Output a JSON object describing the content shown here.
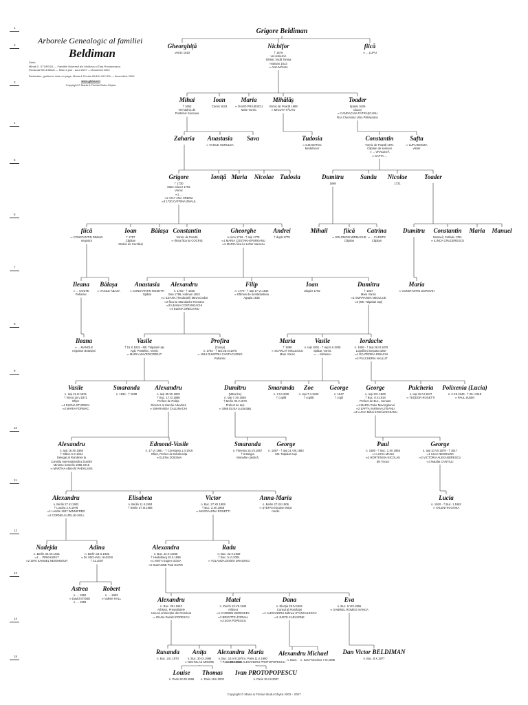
{
  "header": {
    "title_line1": "Arborele Genealogic al familiei",
    "title_line2": "Beldiman",
    "series_label": "Serie:",
    "authors": [
      "Mihail D. STURDZA — Familiile Boieresti din Moldova si Tara Romaneasca",
      "Ruxanda BELDIMAN — Mise à jour - aout 2007 — Bucuresti 2004"
    ],
    "editors": "Redactare, grafica si mise en page: Maria & Florian BUDU-GHYKA — decembrie 2004",
    "website": "www.ghika.net",
    "copyright": "Copyright © Maria & Florian Budu-Ghyka"
  },
  "root_name": "Grigore Beldiman",
  "generations": [
    "1",
    "2",
    "3",
    "4",
    "5",
    "6",
    "7",
    "8",
    "9",
    "10",
    "11",
    "12",
    "13",
    "14",
    "15"
  ],
  "persons": [
    {
      "name": "Gheorghiță",
      "info": [
        "Vornic 1610"
      ]
    },
    {
      "name": "Nichifor",
      "info": [
        "† 1676",
        "vel-vistiernic",
        "Sfetnic Vodă Tomșa",
        "Hatman 1613",
        "∞ ANA MĂNJA"
      ]
    },
    {
      "name": "fiică",
      "info": [
        "∞ ... LUPU"
      ]
    },
    {
      "name": "Mihai",
      "info": [
        "† 1652",
        "Vel-stolnic de",
        "Postelnic Suceava"
      ]
    },
    {
      "name": "Ioan",
      "info": [
        "Comis 1623"
      ]
    },
    {
      "name": "Maria",
      "info": [
        "∞ DAVID PRĂJESCU",
        "Mare Vornic"
      ]
    },
    {
      "name": "Mihălăș",
      "info": [
        "Vornic de Poartă 1688",
        "∞ MICUTA TĂUTU"
      ]
    },
    {
      "name": "Toader",
      "info": [
        "Spatar 1626",
        "Clucer",
        "∞ CANDACHIA PĂTRĂȘCANU",
        "fiica Clucerului Ursu Pătrașcanu"
      ]
    },
    {
      "name": "Zaharia",
      "info": []
    },
    {
      "name": "Anastasia",
      "info": [
        "∞ VASILE HURULEA"
      ]
    },
    {
      "name": "Sava",
      "info": []
    },
    {
      "name": "Tudosia",
      "info": [
        "∞ ILIE BOTOC",
        "Medelnicer"
      ]
    },
    {
      "name": "Constantin",
      "info": [
        "Vornic de Poartă 1671",
        "Căpitan de seimeni",
        "∞ ... VRACEVĂ",
        "∞ SAFTA ..."
      ]
    },
    {
      "name": "Safta",
      "info": [
        "∞ LUPU BOGZA",
        "vistier"
      ]
    },
    {
      "name": "Grigore",
      "info": [
        "† 1730",
        "Mare Clucer 1703",
        "Vornic",
        "∞1 ...",
        "∞2 1717 ANA HRENU",
        "∞3 1720 CATRINA ZMAUL"
      ]
    },
    {
      "name": "Ioniță",
      "info": []
    },
    {
      "name": "Maria",
      "info": []
    },
    {
      "name": "Nicolae",
      "info": []
    },
    {
      "name": "Tudosia",
      "info": []
    },
    {
      "name": "Dumitru",
      "info": [
        "1698"
      ]
    },
    {
      "name": "Sandu",
      "info": []
    },
    {
      "name": "Nicolae",
      "info": [
        "1721"
      ]
    },
    {
      "name": "Toader",
      "info": []
    },
    {
      "name": "fiică",
      "info": [
        "∞ CONSTANTIN DIMIAN",
        "negustor"
      ]
    },
    {
      "name": "Ioan",
      "info": [
        "† 1787",
        "Căpitan",
        "Stolnic de Cernăuți"
      ]
    },
    {
      "name": "Bălaşa",
      "info": []
    },
    {
      "name": "Constantin",
      "info": [
        "Vornic de Poartă",
        "∞ Ilinca fiica lui COCRIȘ"
      ]
    },
    {
      "name": "Gheorghe",
      "info": [
        "n.circa 1716 - † Iași 1778",
        "∞1 MARIA COSTAKI-EPUREANU",
        "∞2 MARIA fiica lui Lefter Varnesu"
      ]
    },
    {
      "name": "Andrei",
      "info": [
        "† după 1779"
      ]
    },
    {
      "name": "Mihail",
      "info": []
    },
    {
      "name": "fiică",
      "info": [
        "∞ SOLOMON MIRMACHE",
        "Căpitan"
      ]
    },
    {
      "name": "Catrina",
      "info": [
        "∞ ... CĂRSTE",
        "Căpitan"
      ]
    },
    {
      "name": "Dumitru",
      "info": []
    },
    {
      "name": "Constantin",
      "info": [
        "Mosneil, Cotlabu 1781",
        "∞ ILINCA CRUCERESCU"
      ]
    },
    {
      "name": "Maria",
      "info": []
    },
    {
      "name": "Manuel",
      "info": []
    },
    {
      "name": "Ileana",
      "info": [
        "∞ ... COSTE",
        "Paharnic"
      ]
    },
    {
      "name": "Bălașa",
      "info": [
        "∞ VASILE ABAZA"
      ]
    },
    {
      "name": "Anastasia",
      "info": [
        "∞ CONSTANTIN ROSETTI",
        "Spătar"
      ]
    },
    {
      "name": "Alexandru",
      "info": [
        "n. 1763 - † 1826",
        "Ban 1796, Hatman 1813",
        "∞1 ILEANA (Teodoraki) Mavrocordat",
        "∞2 fiica lui Manolache Romano",
        "∞3 ILEANA COSTANDACHI",
        "∞4 ELENA GRECIANU"
      ]
    },
    {
      "name": "Filip",
      "info": [
        "n. 1770 - † Iași 17.VI.1844",
        "∞ Eftimiei de la Mânăstirea",
        "Agapia 1835"
      ]
    },
    {
      "name": "Ioan",
      "info": [
        "Slugier 1792"
      ]
    },
    {
      "name": "Dumitru",
      "info": [
        "† 1837",
        "Mare Vornic",
        "∞1 SMARANDA NECULCE",
        "∞2 (Mtr. Talpalari Iași)"
      ]
    },
    {
      "name": "Maria",
      "info": [
        "∞ CONSTANTIN DOROVEI"
      ]
    },
    {
      "name": "Ileana",
      "info": [
        "∞ ... MANOLE",
        "negustor Botoșani"
      ]
    },
    {
      "name": "Vasile",
      "info": [
        "† 15.X.1815 - Mtr. Talpalari Iași",
        "Agă, Postelnic, Vornic",
        "∞ MARIA MAVROCORDAT"
      ]
    },
    {
      "name": "Profira",
      "info": [
        "(Zoiuța)",
        "n. 1792 - † Iași 26.III.1875",
        "∞ 1814 DUMITRU CANTACUZINO",
        "Paharnic"
      ]
    },
    {
      "name": "Maria",
      "info": [
        "† 1898",
        "∞ SCARLAT MICLESCU",
        "Mare Vornic"
      ]
    },
    {
      "name": "Vasile",
      "info": [
        "n. Iași 1801 - † Iași 5.II.1835",
        "Spătar, Vornic",
        "∞ ... Miclescu"
      ]
    },
    {
      "name": "Iordache",
      "info": [
        "n. 1806 - † Iași 26.III.1876",
        "Logofăt și Deputat 1857",
        "∞1 ECATERINA DIBACHI",
        "∞2 PULCHERIA HALLUT"
      ]
    },
    {
      "name": "Vasile",
      "info": [
        "n. Iași 21.III.1831",
        "† Viena 16.V.1871",
        "Ofițer",
        "∞1 ELENA STURDZA",
        "∞2 MARIA FORMAC"
      ]
    },
    {
      "name": "Smaranda",
      "info": [
        "n. 1834 - † 1838"
      ]
    },
    {
      "name": "Alexandru",
      "info": [
        "n. Iași 30.XII.1832",
        "† Buc. 17.XI.1898",
        "Prefect de Poliție",
        "Director al ziarului Adevărul",
        "∞ SMARANDA CALLIMACHI"
      ]
    },
    {
      "name": "Dumitru",
      "info": [
        "(Mitruche)",
        "n. Iași 7.XII.1838",
        "† Berlin 30.V.1872",
        "Prefect de Iași",
        "∞ 1866 ELISA Lucia Baly"
      ]
    },
    {
      "name": "Smaranda",
      "info": [
        "n. 2.IV.1839",
        "† copilă"
      ]
    },
    {
      "name": "Zoe",
      "info": [
        "n. Iași 7.II.1840",
        "† copilă"
      ]
    },
    {
      "name": "George",
      "info": [
        "n. 1847",
        "† copil"
      ]
    },
    {
      "name": "George",
      "info": [
        "n. Iași 22.I.1860",
        "† Buc. 8.V.1918",
        "Prefect de Buc., Senator",
        "∞1 MARIA Paler Mavroghenul",
        "∞2 SAFTA VARNAV-LITEANU",
        "∞3 LUCIA Mihai KOGĂLNICEANU"
      ]
    },
    {
      "name": "Pulcheria",
      "info": [
        "n. Iași 28.VI.1847",
        "∞ TEODOR ROSETTI"
      ]
    },
    {
      "name": "Polixenia (Lucia)",
      "info": [
        "n. 2.XII.1849 - † 29.I.1918",
        "∞ PAUL SUBIN"
      ]
    },
    {
      "name": "Alexandru",
      "info": [
        "n. Iași 16.XII.1865",
        "† Slănic 5.X.1924",
        "Delegat al României la",
        "Comisia Internațională a Dunării",
        "Ministru la Berlin 1896-1916",
        "∞ MARTHA Albrecht PAEHLSNS"
      ]
    },
    {
      "name": "Edmond-Vasile",
      "info": [
        "n. 17.VI.1861 - † Constanța 1.II.1916",
        "Ofițer, Prefect de Dâmbovița",
        "∞ ELENA ZOESMA"
      ]
    },
    {
      "name": "Smaranda",
      "info": [
        "n. Florența 15.VII.1867",
        "† la Belgia",
        "Monahie catolică"
      ]
    },
    {
      "name": "George",
      "info": [
        "n. 1867 - † Iași 21.VIII.1883",
        "Mtr. Talpalari Iași"
      ]
    },
    {
      "name": "Paul",
      "info": [
        "n. 1880 - † Buc. 1.XII.1955",
        "∞1 LUCIA MANU",
        "∞2 HORTENSIA NICOLAU",
        "din Tecuci"
      ]
    },
    {
      "name": "George",
      "info": [
        "n. Iași 10.VII.1879 - † 1917",
        "∞1 IULIA NEGRUZZI",
        "∞2 VICTORIA ALEXANDRESCU",
        "∞3 Natalia CANTILLI"
      ]
    },
    {
      "name": "Alexandru",
      "info": [
        "n. Berlin 27.XI.1902",
        "† Londra 2.X.1978",
        "∞1 Lorette 1937 WINNIFRED",
        "∞2 CORNELIA ZELLE-SOLL"
      ]
    },
    {
      "name": "Elisabeta",
      "info": [
        "n. Berlin 11.II.1904",
        "† Berlin 27.III.1986"
      ]
    },
    {
      "name": "Victor",
      "info": [
        "n. Buc. 27.XII.1908",
        "† Buc. 2.XII.1968",
        "∞ MAGDALENA ROSETTI"
      ]
    },
    {
      "name": "Anna-Maria",
      "info": [
        "n. Berlin 27.XII.1906",
        "∞ ȘTEFAN Nicolae MIȘU",
        "medic"
      ]
    },
    {
      "name": "Lucia",
      "info": [
        "n. 1910 - † Buc. 1.1963",
        "∞ VALENTIN GHIKA"
      ]
    },
    {
      "name": "Nadejda",
      "info": [
        "n. Berlin 30.XII.1931",
        "∞1 ... PIRKHURST",
        "∞2 1975 SAMUEL NEIGHBOUR"
      ]
    },
    {
      "name": "Adina",
      "info": [
        "n. Berlin 19.X.1935",
        "∞ Dr. MICHAEL HAGGIS",
        "† 31.2007"
      ]
    },
    {
      "name": "Alexandra",
      "info": [
        "n. Buc. 22.XI.1935",
        "† Heidelberg 20.II.1999",
        "∞1 ANIȚA Eugen GOGA",
        "∞2 SUZANNE Paul GORR"
      ]
    },
    {
      "name": "Radu",
      "info": [
        "n. Buc. 22.V.1939",
        "† Buc. 5.VI.2004",
        "∞ YOLANDA Dimitrie DRAGHICI"
      ]
    },
    {
      "name": "Astrea",
      "info": [
        "n. ... 1962",
        "∞ David STONE",
        "n. ... 1959"
      ]
    },
    {
      "name": "Robert",
      "info": [
        "n. ... 1963",
        "∞ Valerie HALL"
      ]
    },
    {
      "name": "Alexandru",
      "info": [
        "n. Buc. 28.I.1943",
        "Arhitect, Președintele",
        "Uniunii Arhitecților din România",
        "∞ IOANA Dumitri POPESCU"
      ]
    },
    {
      "name": "Matei",
      "info": [
        "n. Zurich 13.VII.1944",
        "Arhitect",
        "∞1 CARMEN KERESKEY",
        "∞2 BRIGITTE d'ORVAL",
        "∞3 ZOIA POPESCU"
      ]
    },
    {
      "name": "Dana",
      "info": [
        "n. Elveția 29.IV.1951",
        "Consul al României",
        "∞1 ALEXANDRU Mihnea STĂNCULESCU",
        "∞2 JUSTE KARLSONE"
      ]
    },
    {
      "name": "Eva",
      "info": [
        "n. Buc. 5.VIII.1955",
        "∞ GABRIEL ROMEO IVANCA"
      ]
    },
    {
      "name": "Ruxanda",
      "info": [
        "n. Buc. 24.I.1970"
      ]
    },
    {
      "name": "Anița",
      "info": [
        "n. Buc. 30.IX.1988",
        "∞ NICHOLAS MOORE"
      ]
    },
    {
      "name": "Alexandru",
      "info": [
        "n. Buc. 16.VIII.1970",
        "† Paris 28.I.1983"
      ]
    },
    {
      "name": "Maria",
      "info": [
        "n. Paris 11.II.1980",
        "∞ BOGDAN ALEXANDRU PROTOPOPESCU"
      ]
    },
    {
      "name": "Alexandru",
      "info": [
        "n. Bucs."
      ]
    },
    {
      "name": "Michael",
      "info": [
        "n. San Francisco 7.III.1988"
      ]
    },
    {
      "name": "Dan Victor BELDIMAN",
      "info": [
        "n. Buc. 8.X.1977"
      ]
    },
    {
      "name": "Louise",
      "info": [
        "n. Paris 22.08.1999"
      ]
    },
    {
      "name": "Thomas",
      "info": [
        "n. Paris 18.II.2002"
      ]
    },
    {
      "name": "Ivan PROTOPOPESCU",
      "info": [
        "n. Paris 19.VII.2007"
      ]
    }
  ],
  "footer": "Copyright © Maria & Florian Budu-Ghyka 2003 - 2007"
}
